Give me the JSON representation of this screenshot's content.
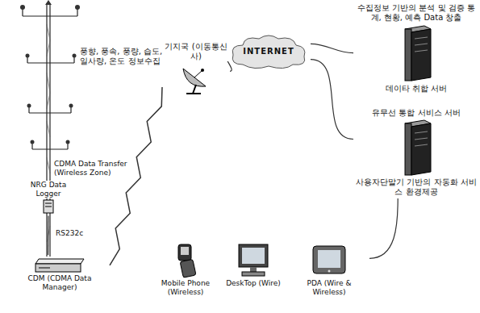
{
  "diagram": {
    "nodes": [
      {
        "text": [
          "NRG Data Logger"
        ]
      },
      {
        "text": [
          "CDM (CDMA Data Manager)"
        ]
      },
      {
        "text": [
          "기지국 (이동통신사)"
        ]
      },
      {
        "text": [
          "INTERNET"
        ]
      },
      {
        "text": [
          "수집정보 기반의 분석 및 검증 통계, 현황, 예측 Data 창출",
          "데이타 취합 서버"
        ]
      },
      {
        "text": [
          "유무선 통합 서비스 서버",
          "사용자단말기 기반의 자동화 서비스 환경제공"
        ]
      },
      {
        "text": [
          "Mobile Phone (Wireless)"
        ]
      },
      {
        "text": [
          "DeskTop (Wire)"
        ]
      },
      {
        "text": [
          "PDA (Wire & Wireless)"
        ]
      }
    ],
    "edges": [
      {
        "from": 0,
        "to": 1,
        "label": "RS232c",
        "arrow": "none"
      },
      {
        "from": 1,
        "to": 2,
        "label": "CDMA Data Transfer (Wireless Zone)",
        "arrow": "none"
      },
      {
        "from": 2,
        "to": 3,
        "arrow": "none"
      },
      {
        "from": 3,
        "to": 4,
        "arrow": "none"
      },
      {
        "from": 3,
        "to": 5,
        "arrow": "none"
      },
      {
        "from": 5,
        "to": 8,
        "arrow": "none"
      }
    ],
    "labels": [
      "풍향, 풍속, 풍량, 습도, 일사량, 온도 정보수집"
    ]
  }
}
